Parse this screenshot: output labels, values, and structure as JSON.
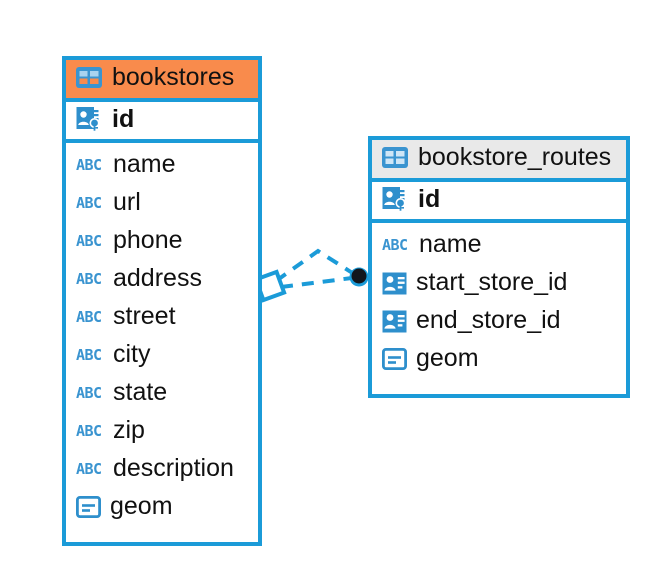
{
  "diagram": {
    "type": "entity-relationship-diagram",
    "background_color": "#ffffff",
    "accent_color": "#1b9bd8",
    "highlight_color": "#f98b4c",
    "neutral_header_color": "#e9e9e9",
    "icon_label_color": "#3a94d0",
    "text_color": "#111111"
  },
  "entities": [
    {
      "name": "bookstores",
      "header_icon": "table-icon",
      "header_style": "highlighted",
      "primary_key": {
        "name": "id",
        "icon": "primary-key-icon"
      },
      "fields": [
        {
          "name": "name",
          "icon": "abc-text-type-icon"
        },
        {
          "name": "url",
          "icon": "abc-text-type-icon"
        },
        {
          "name": "phone",
          "icon": "abc-text-type-icon"
        },
        {
          "name": "address",
          "icon": "abc-text-type-icon"
        },
        {
          "name": "street",
          "icon": "abc-text-type-icon"
        },
        {
          "name": "city",
          "icon": "abc-text-type-icon"
        },
        {
          "name": "state",
          "icon": "abc-text-type-icon"
        },
        {
          "name": "zip",
          "icon": "abc-text-type-icon"
        },
        {
          "name": "description",
          "icon": "abc-text-type-icon"
        },
        {
          "name": "geom",
          "icon": "geometry-type-icon"
        }
      ]
    },
    {
      "name": "bookstore_routes",
      "header_icon": "table-icon",
      "header_style": "neutral",
      "primary_key": {
        "name": "id",
        "icon": "primary-key-icon"
      },
      "fields": [
        {
          "name": "name",
          "icon": "abc-text-type-icon"
        },
        {
          "name": "start_store_id",
          "icon": "foreign-key-icon"
        },
        {
          "name": "end_store_id",
          "icon": "foreign-key-icon"
        },
        {
          "name": "geom",
          "icon": "geometry-type-icon"
        }
      ]
    }
  ],
  "relationships": [
    {
      "from_entity": "bookstores",
      "to_entity": "bookstore_routes",
      "line_style": "dashed",
      "source_endpoint": "diamond",
      "target_endpoint": "filled-circle",
      "line_count": 2
    }
  ],
  "icon_glyphs": {
    "abc_label": "ABC"
  }
}
